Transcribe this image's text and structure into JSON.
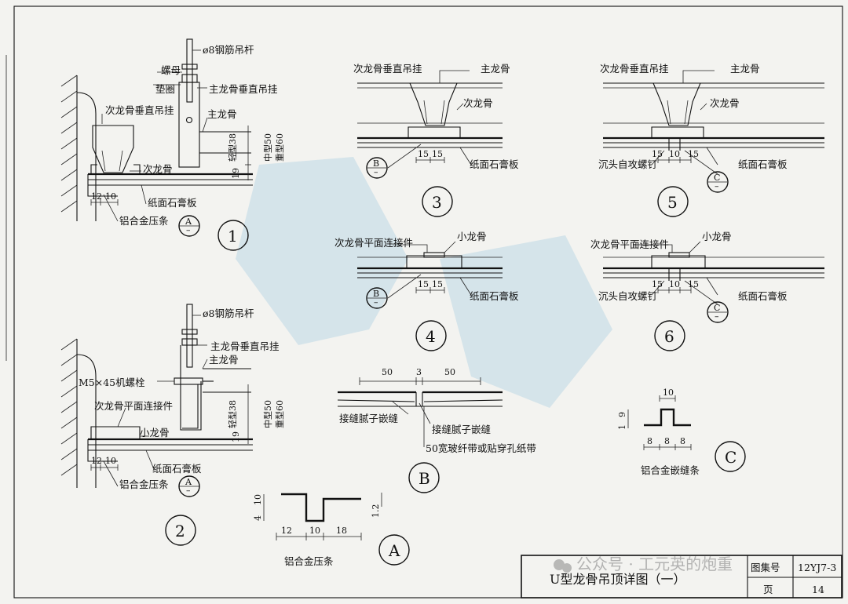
{
  "labels": {
    "rod_d8": "ø8钢筋吊杆",
    "nut": "螺母",
    "washer": "垫圈",
    "main_vert_hanger": "主龙骨垂直吊挂",
    "sec_vert_hanger": "次龙骨垂直吊挂",
    "main_keel": "主龙骨",
    "sec_keel": "次龙骨",
    "gypsum_board": "纸面石膏板",
    "al_strip": "铝合金压条",
    "al_joint_strip": "铝合金嵌缝条",
    "sec_plane_conn": "次龙骨平面连接件",
    "small_keel": "小龙骨",
    "bolt": "M5×45机螺栓",
    "screw": "沉头自攻螺钉",
    "putty1": "接缝腻子嵌缝",
    "putty2": "接缝腻子嵌缝",
    "tape": "50宽玻纤带或贴穿孔纸带",
    "light": "轻型38",
    "medium": "中型50",
    "heavy": "重型60"
  },
  "dims": {
    "d19": "19",
    "d12": "12",
    "d10": "10",
    "d15": "15",
    "d50": "50",
    "d3": "3",
    "d18": "18",
    "d8": "8",
    "d4": "4",
    "d9": "9",
    "d1": "1",
    "d12b": "1.2"
  },
  "details": {
    "n1": "1",
    "n2": "2",
    "n3": "3",
    "n4": "4",
    "n5": "5",
    "n6": "6",
    "A": "A",
    "B": "B",
    "C": "C",
    "dash": "–"
  },
  "title_block": {
    "title": "U型龙骨吊顶详图（一）",
    "atlas_label": "图集号",
    "atlas_value": "12YJ7-3",
    "page_label": "页",
    "page_value": "14"
  },
  "watermark": {
    "account": "公众号 · 工元英的炮重"
  },
  "colors": {
    "ink": "#111111",
    "paper": "#f3f3f0",
    "watermark": "#9ec9e0"
  }
}
